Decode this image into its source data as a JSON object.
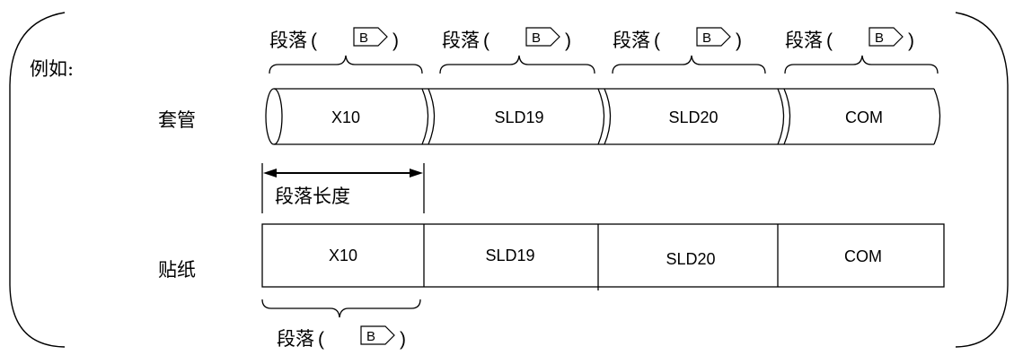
{
  "intro": "例如:",
  "rows": {
    "sleeve": "套管",
    "sticker": "贴纸"
  },
  "segment_word": "段落",
  "paren_open": "(",
  "paren_close": ")",
  "segment_code": "B",
  "segment_length": "段落长度",
  "cells": [
    "X10",
    "SLD19",
    "SLD20",
    "COM"
  ]
}
